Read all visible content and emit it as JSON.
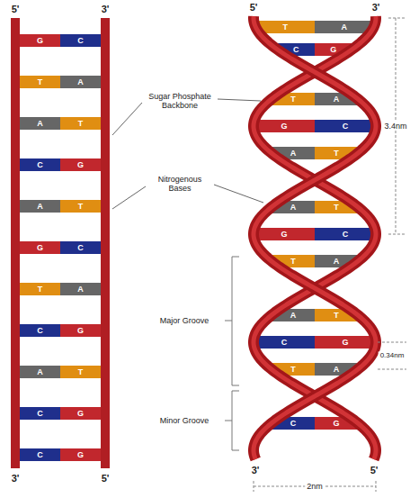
{
  "diagram": {
    "labels": [
      "5'",
      "3'",
      "5'",
      "3'",
      "Sugar Phosphate Backbone",
      "Nitrogenous Bases",
      "3.4nm",
      "G",
      "C",
      "T",
      "A",
      "A",
      "T",
      "C",
      "G",
      "A",
      "T",
      "G",
      "C",
      "T",
      "A",
      "C",
      "G",
      "A",
      "T",
      "C",
      "G",
      "C",
      "G",
      "T",
      "A",
      "C",
      "G",
      "T",
      "A",
      "G",
      "C",
      "A",
      "T",
      "A",
      "T",
      "G",
      "C",
      "T",
      "A",
      "A",
      "T",
      "C",
      "G",
      "T",
      "A",
      "C",
      "G",
      "Major Groove",
      "Minor Groove",
      "0.34nm",
      "3'",
      "5'",
      "3'",
      "5'",
      "2nm"
    ]
  }
}
